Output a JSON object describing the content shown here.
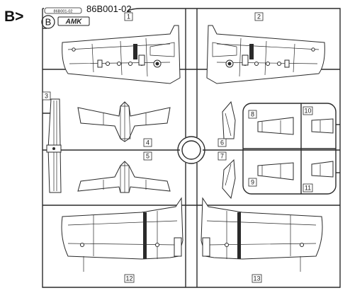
{
  "header": {
    "section_label": "B>",
    "frame_letter": "B",
    "tag_small": "86B001-02",
    "brand": "AMK",
    "part_code": "86B001-02"
  },
  "part_numbers": [
    "1",
    "2",
    "3",
    "4",
    "5",
    "6",
    "7",
    "8",
    "9",
    "10",
    "11",
    "12",
    "13"
  ]
}
